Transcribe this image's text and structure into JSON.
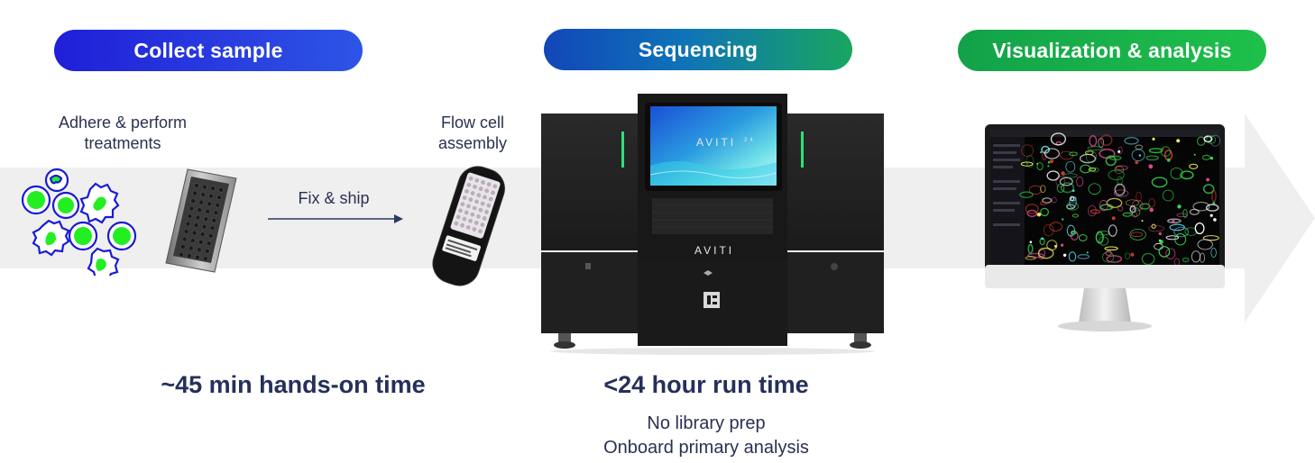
{
  "stages": {
    "collect": "Collect sample",
    "sequencing": "Sequencing",
    "visualization": "Visualization & analysis"
  },
  "labels": {
    "adhere": "Adhere & perform treatments",
    "flow_cell": "Flow cell assembly",
    "fix_ship": "Fix & ship"
  },
  "instrument": {
    "screen_brand": "AVITI",
    "screen_brand_suffix": "24",
    "body_brand": "AVITI"
  },
  "footer": {
    "hands_on": "~45 min hands-on time",
    "run_time": "<24 hour run time",
    "note_1": "No library prep",
    "note_2": "Onboard primary analysis"
  },
  "colors": {
    "collect_pill": "#2233dd",
    "sequencing_pill_start": "#1246b8",
    "sequencing_pill_end": "#19a65f",
    "visualization_pill": "#1db04a",
    "cell_fill": "#22ee22",
    "cell_outline": "#1a1ad6",
    "band": "#efefef"
  }
}
